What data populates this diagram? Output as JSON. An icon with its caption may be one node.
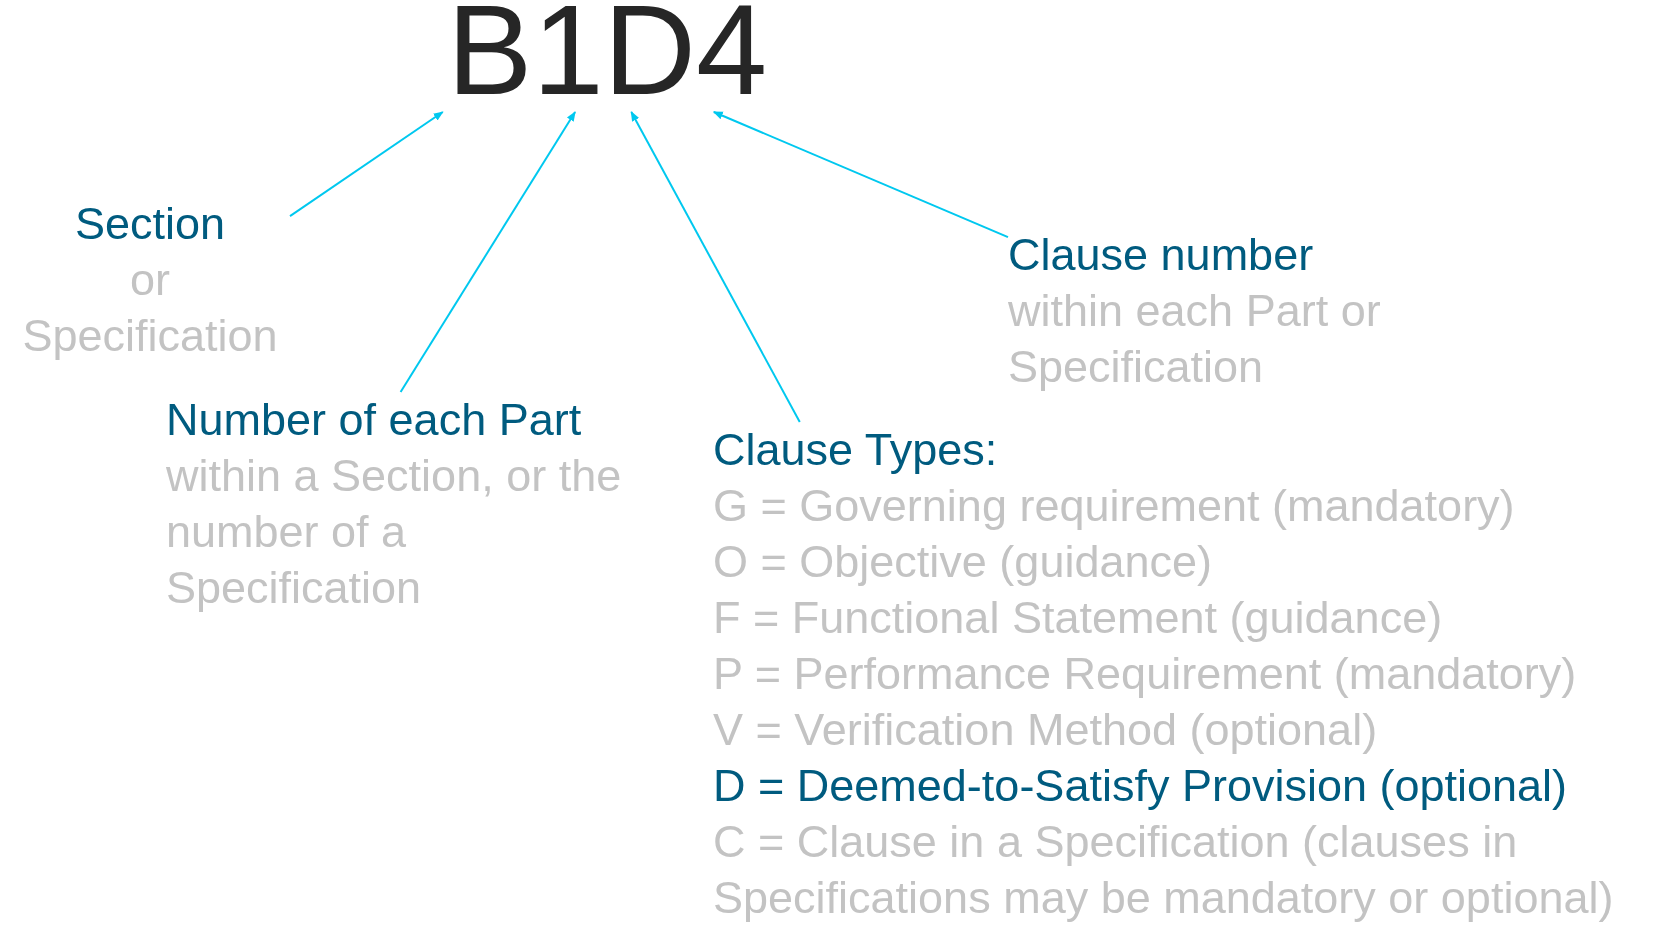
{
  "diagram": {
    "nodes": [
      {
        "text": [
          "B"
        ]
      },
      {
        "text": [
          "1"
        ]
      },
      {
        "text": [
          "D"
        ]
      },
      {
        "text": [
          "4"
        ]
      },
      {
        "text": [
          "Section",
          "or Specification"
        ]
      },
      {
        "text": [
          "Number of each Part",
          "within a Section, or the number of a Specification"
        ]
      },
      {
        "text": [
          "Clause Types:",
          "G = Governing requirement (mandatory)",
          "O = Objective (guidance)",
          "F = Functional Statement (guidance)",
          "P = Performance Requirement (mandatory)",
          "V = Verification Method (optional)",
          "D = Deemed-to-Satisfy Provision (optional)",
          "C = Clause in a Specification (clauses in Specifications may be mandatory or optional)"
        ]
      },
      {
        "text": [
          "Clause number",
          "within each Part or Specification"
        ]
      }
    ],
    "edges": [
      {
        "from": 4,
        "to": 0,
        "arrow": "to"
      },
      {
        "from": 5,
        "to": 1,
        "arrow": "to"
      },
      {
        "from": 6,
        "to": 2,
        "arrow": "to"
      },
      {
        "from": 7,
        "to": 3,
        "arrow": "to"
      }
    ]
  }
}
